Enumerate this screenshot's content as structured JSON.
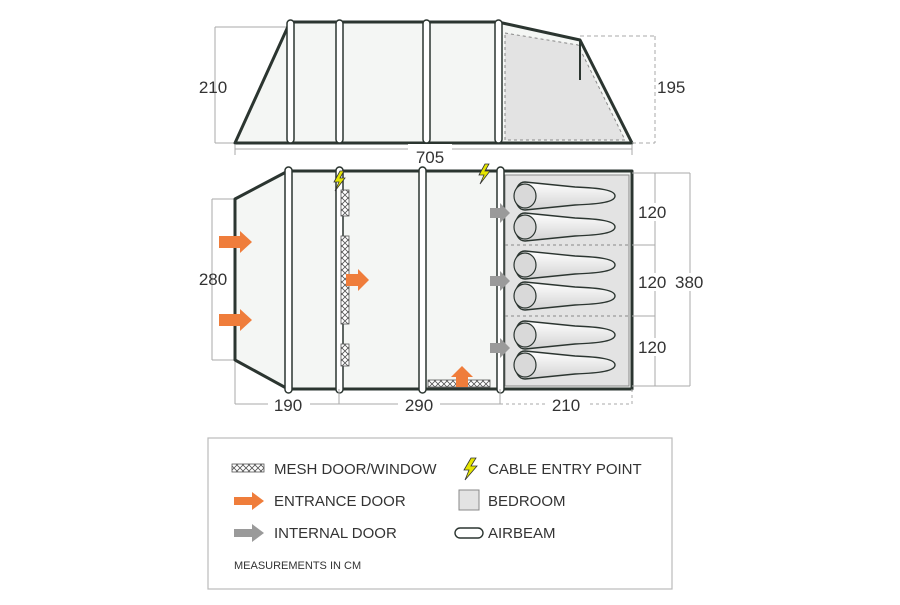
{
  "side_view": {
    "height_left": "210",
    "height_right": "195"
  },
  "total_length": "705",
  "plan_view": {
    "width_left": "280",
    "segment_lengths": [
      "190",
      "290",
      "210"
    ],
    "bedroom_widths": [
      "120",
      "120",
      "120"
    ],
    "total_width": "380"
  },
  "legend": {
    "mesh": "MESH DOOR/WINDOW",
    "entrance": "ENTRANCE DOOR",
    "internal": "INTERNAL DOOR",
    "cable": "CABLE ENTRY POINT",
    "bedroom": "BEDROOM",
    "airbeam": "AIRBEAM",
    "note": "MEASUREMENTS IN CM"
  },
  "colors": {
    "outline": "#2b3530",
    "tent_fill": "#f4f6f4",
    "bedroom_fill": "#e3e3e3",
    "entrance_arrow": "#ef7d3b",
    "internal_arrow": "#9a9a9a",
    "cable_icon": "#e6e600",
    "dimension_line": "#999999"
  }
}
